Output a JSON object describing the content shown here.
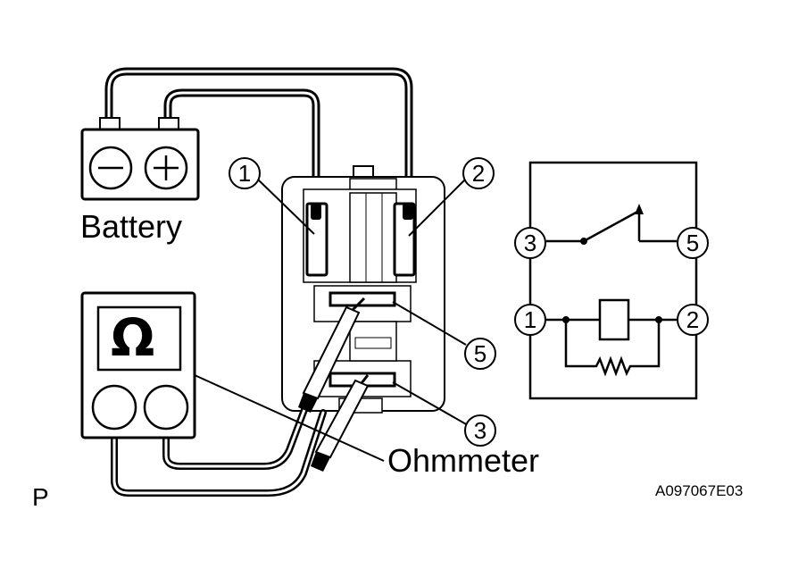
{
  "labels": {
    "battery": "Battery",
    "ohmmeter": "Ohmmeter",
    "omega_symbol": "Ω",
    "figure_code": "A097067E03",
    "page_marker": "P"
  },
  "terminals": {
    "t1": "1",
    "t2": "2",
    "t3": "3",
    "t5": "5"
  },
  "schematic": {
    "t3": "3",
    "t5": "5",
    "t1": "1",
    "t2": "2"
  },
  "battery_symbols": {
    "negative": "−",
    "positive": "+"
  }
}
